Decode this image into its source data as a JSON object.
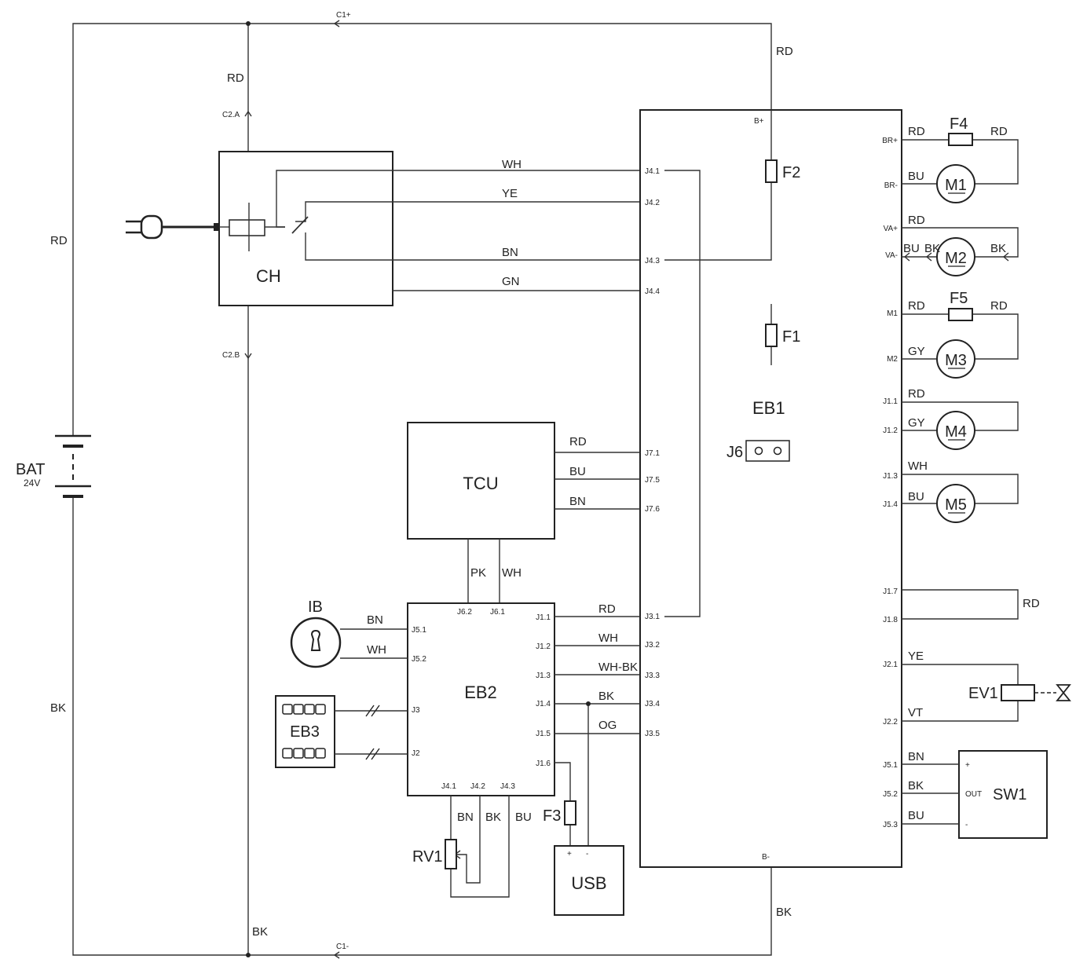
{
  "components": {
    "bat": "BAT",
    "bat_volt": "24V",
    "ch": "CH",
    "tcu": "TCU",
    "eb1": "EB1",
    "eb2": "EB2",
    "eb3": "EB3",
    "ib": "IB",
    "usb": "USB",
    "sw1": "SW1",
    "ev1": "EV1",
    "rv1": "RV1",
    "j6": "J6",
    "f1": "F1",
    "f2": "F2",
    "f3": "F3",
    "f4": "F4",
    "f5": "F5",
    "m1": "M1",
    "m2": "M2",
    "m3": "M3",
    "m4": "M4",
    "m5": "M5"
  },
  "connectors": {
    "c1p": "C1+",
    "c1m": "C1-",
    "c2a": "C2.A",
    "c2b": "C2.B",
    "bplus": "B+",
    "bminus": "B-"
  },
  "eb1_pins_left": [
    "J4.1",
    "J4.2",
    "J4.3",
    "J4.4",
    "J7.1",
    "J7.5",
    "J7.6",
    "J3.1",
    "J3.2",
    "J3.3",
    "J3.4",
    "J3.5"
  ],
  "eb1_pins_right": [
    "BR+",
    "BR-",
    "VA+",
    "VA-",
    "M1",
    "M2",
    "J1.1",
    "J1.2",
    "J1.3",
    "J1.4",
    "J1.7",
    "J1.8",
    "J2.1",
    "J2.2",
    "J5.1",
    "J5.2",
    "J5.3"
  ],
  "eb2_pins": [
    "J1.1",
    "J1.2",
    "J1.3",
    "J1.4",
    "J1.5",
    "J1.6",
    "J5.1",
    "J5.2",
    "J3",
    "J2",
    "J6.2",
    "J6.1",
    "J4.1",
    "J4.2",
    "J4.3"
  ],
  "sw1_pins": [
    "+",
    "OUT",
    "-"
  ],
  "usb_pins": [
    "+",
    "-"
  ],
  "wire_colors": {
    "bat_top": "RD",
    "bat_bot": "BK",
    "c2_top": "RD",
    "c2_bot": "BK",
    "bplus": "RD",
    "bminus": "BK",
    "ch_j41": "WH",
    "ch_j42": "YE",
    "ch_j43": "BN",
    "ch_j44": "GN",
    "tcu_j71": "RD",
    "tcu_j75": "BU",
    "tcu_j76": "BN",
    "tcu_pk": "PK",
    "tcu_wh": "WH",
    "eb2_j31": "RD",
    "eb2_j32": "WH",
    "eb2_j33": "WH-BK",
    "eb2_j34": "BK",
    "eb2_j35": "OG",
    "ib_1": "BN",
    "ib_2": "WH",
    "rv_bn": "BN",
    "rv_bk": "BK",
    "rv_bu": "BU",
    "m1_a": "RD",
    "m1_b": "RD",
    "m1_c": "BU",
    "m2_a": "RD",
    "m2_bu": "BU",
    "m2_bk1": "BK",
    "m2_bk2": "BK",
    "m3_a": "RD",
    "m3_b": "RD",
    "m3_c": "GY",
    "m4_a": "RD",
    "m4_b": "GY",
    "m5_a": "WH",
    "m5_b": "BU",
    "j17": "RD",
    "ev_a": "YE",
    "ev_b": "VT",
    "sw_a": "BN",
    "sw_b": "BK",
    "sw_c": "BU"
  }
}
